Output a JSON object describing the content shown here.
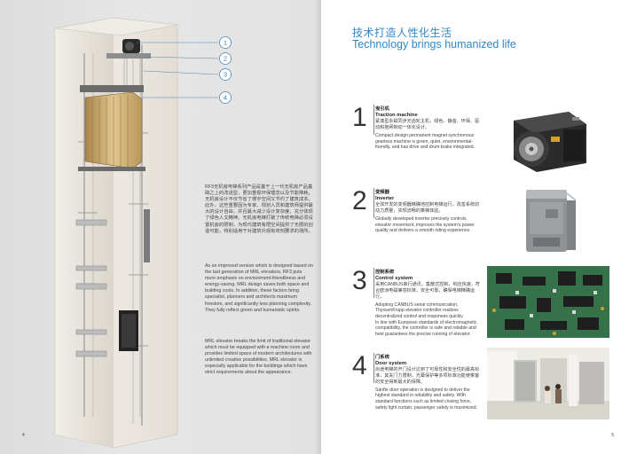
{
  "left_page": {
    "callouts": [
      "1",
      "2",
      "3",
      "4"
    ],
    "text_cn": "RF3无机房电梯系列产品是基于上一代无机房产品基础之上的改进型，更加重视环保理念以及节能降耗。无机房设计不仅节省了楼宇空间又节约了建筑成本。此外，这些重要因为专家、规划人员和建筑师提供最大的设计自由，并且最大减少设计复杂度，充分体现了绿色人文精神。无机房电梯打破了传统电梯必须设置机房的限制，为现代建筑有限空间提供了无限的创造可能，特别适用于对建筑外观有苛刻要求的场所。",
    "text_en1": "As an improved version which is designed based on the last generation of MRL elevators, RF3 puts more emphasis on environment-friendliness and energy-saving. MRL design saves both space and building costs. In addition, these factors bring specialist, planners and architects maximum freedom, and significantly less planning complexity. They fully reflect green and humanistic spirits.",
    "text_en2": "MRL elevator breaks the limit of traditional elevator which must be equipped with a machine room and provides limited space of modern architectures with unlimited creative possibilities. MRL elevator is especially applicable for the buildings which have strict requirements about the appearance.",
    "page_number": "4"
  },
  "right_page": {
    "title_cn": "技术打造人性化生活",
    "title_en": "Technology brings humanized life",
    "page_number": "5",
    "features": [
      {
        "number": "1",
        "title_cn": "曳引机",
        "title_en": "Traction machine",
        "desc_cn": "紧凑型永磁同步无齿轮主机，绿色、静音、环保、驱动和抱闸制动一体化设计。",
        "desc_en": "Compact design permanent magnet synchronous gearless machine is green, quiet, environmental-friendly, and has drive and drum brake integrated."
      },
      {
        "number": "2",
        "title_cn": "变频器",
        "title_en": "Inverter",
        "desc_cn": "全球开发的变频器精确地控制电梯运行，改善系统的动力质量，实现流畅的乘梯体验。",
        "desc_en": "Globally developed inverter precisely controls elevator movement, improves the system's power quality and delivers a smooth riding experience."
      },
      {
        "number": "3",
        "title_cn": "控制系统",
        "title_en": "Control system",
        "desc_cn": "采用CANBUS串行通讯，集散式控制，响应快速，符合欧洲电磁兼容标准，安全可靠，确保电梯精确运行。",
        "desc_en1": "Adopting CANBUS serial communication, ThyssenKrupp elevator controller realizes decentralized control and responses quickly.",
        "desc_en2": "In line with European standards of electromagnetic compatibility, the controller is safe and reliable and best guarantees the precise running of elevator."
      },
      {
        "number": "4",
        "title_cn": "门系统",
        "title_en": "Door system",
        "desc_cn": "尚途电梯的开门设计达到了可靠性和安全性的最高标准，其关门力限制，光幕保护等多项标准功能使乘客的安全得到最大的保障。",
        "desc_en": "Sänfte door operation is designed to deliver the highest standard in reliability and safety. With standard functions such as limited closing force, safety light curtain, passenger safety is maximized."
      }
    ]
  }
}
